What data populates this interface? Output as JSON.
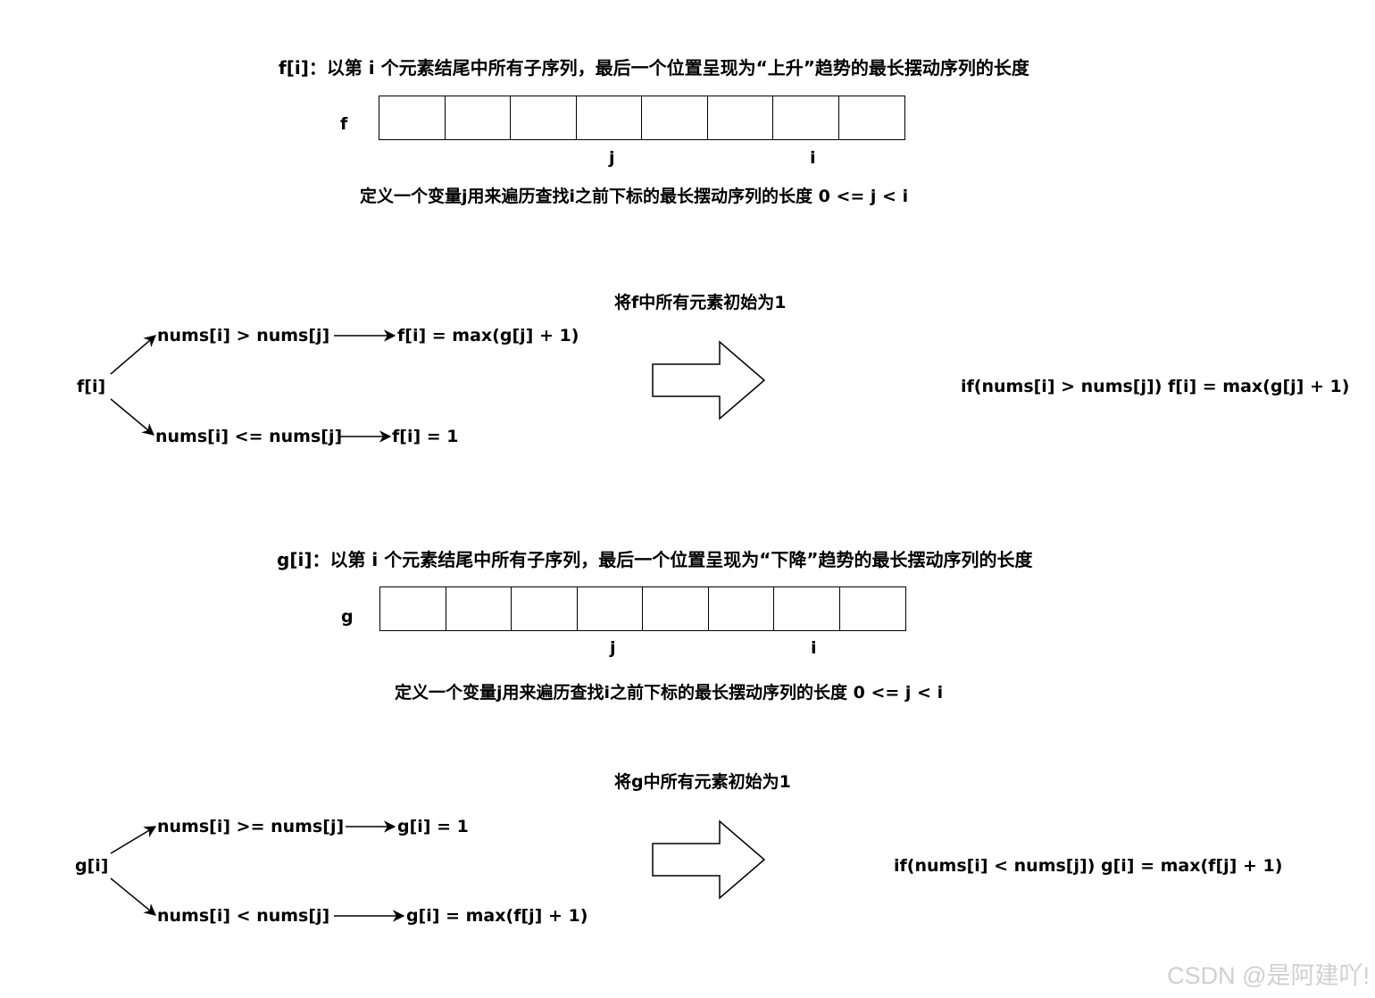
{
  "section_f": {
    "definition": "f[i]：以第 i 个元素结尾中所有子序列，最后一个位置呈现为“上升”趋势的最长摆动序列的长度",
    "array_label": "f",
    "cells": 8,
    "marker_j": "j",
    "marker_i": "i",
    "loop_note": "定义一个变量j用来遍历查找i之前下标的最长摆动序列的长度 0 <= j < i",
    "init_note": "将f中所有元素初始为1",
    "root": "f[i]",
    "case_up": "nums[i] > nums[j]",
    "result_up": "f[i] = max(g[j] + 1)",
    "case_down": "nums[i] <= nums[j]",
    "result_down": "f[i] = 1",
    "summary": "if(nums[i] > nums[j])   f[i] = max(g[j] + 1)"
  },
  "section_g": {
    "definition": "g[i]：以第 i 个元素结尾中所有子序列，最后一个位置呈现为“下降”趋势的最长摆动序列的长度",
    "array_label": "g",
    "cells": 8,
    "marker_j": "j",
    "marker_i": "i",
    "loop_note": "定义一个变量j用来遍历查找i之前下标的最长摆动序列的长度 0 <= j < i",
    "init_note": "将g中所有元素初始为1",
    "root": "g[i]",
    "case_up": "nums[i] >= nums[j]",
    "result_up": "g[i] = 1",
    "case_down": "nums[i] < nums[j]",
    "result_down": "g[i] = max(f[j] + 1)",
    "summary": "if(nums[i] < nums[j])   g[i] = max(f[j] + 1)"
  },
  "watermark": "CSDN @是阿建吖!"
}
